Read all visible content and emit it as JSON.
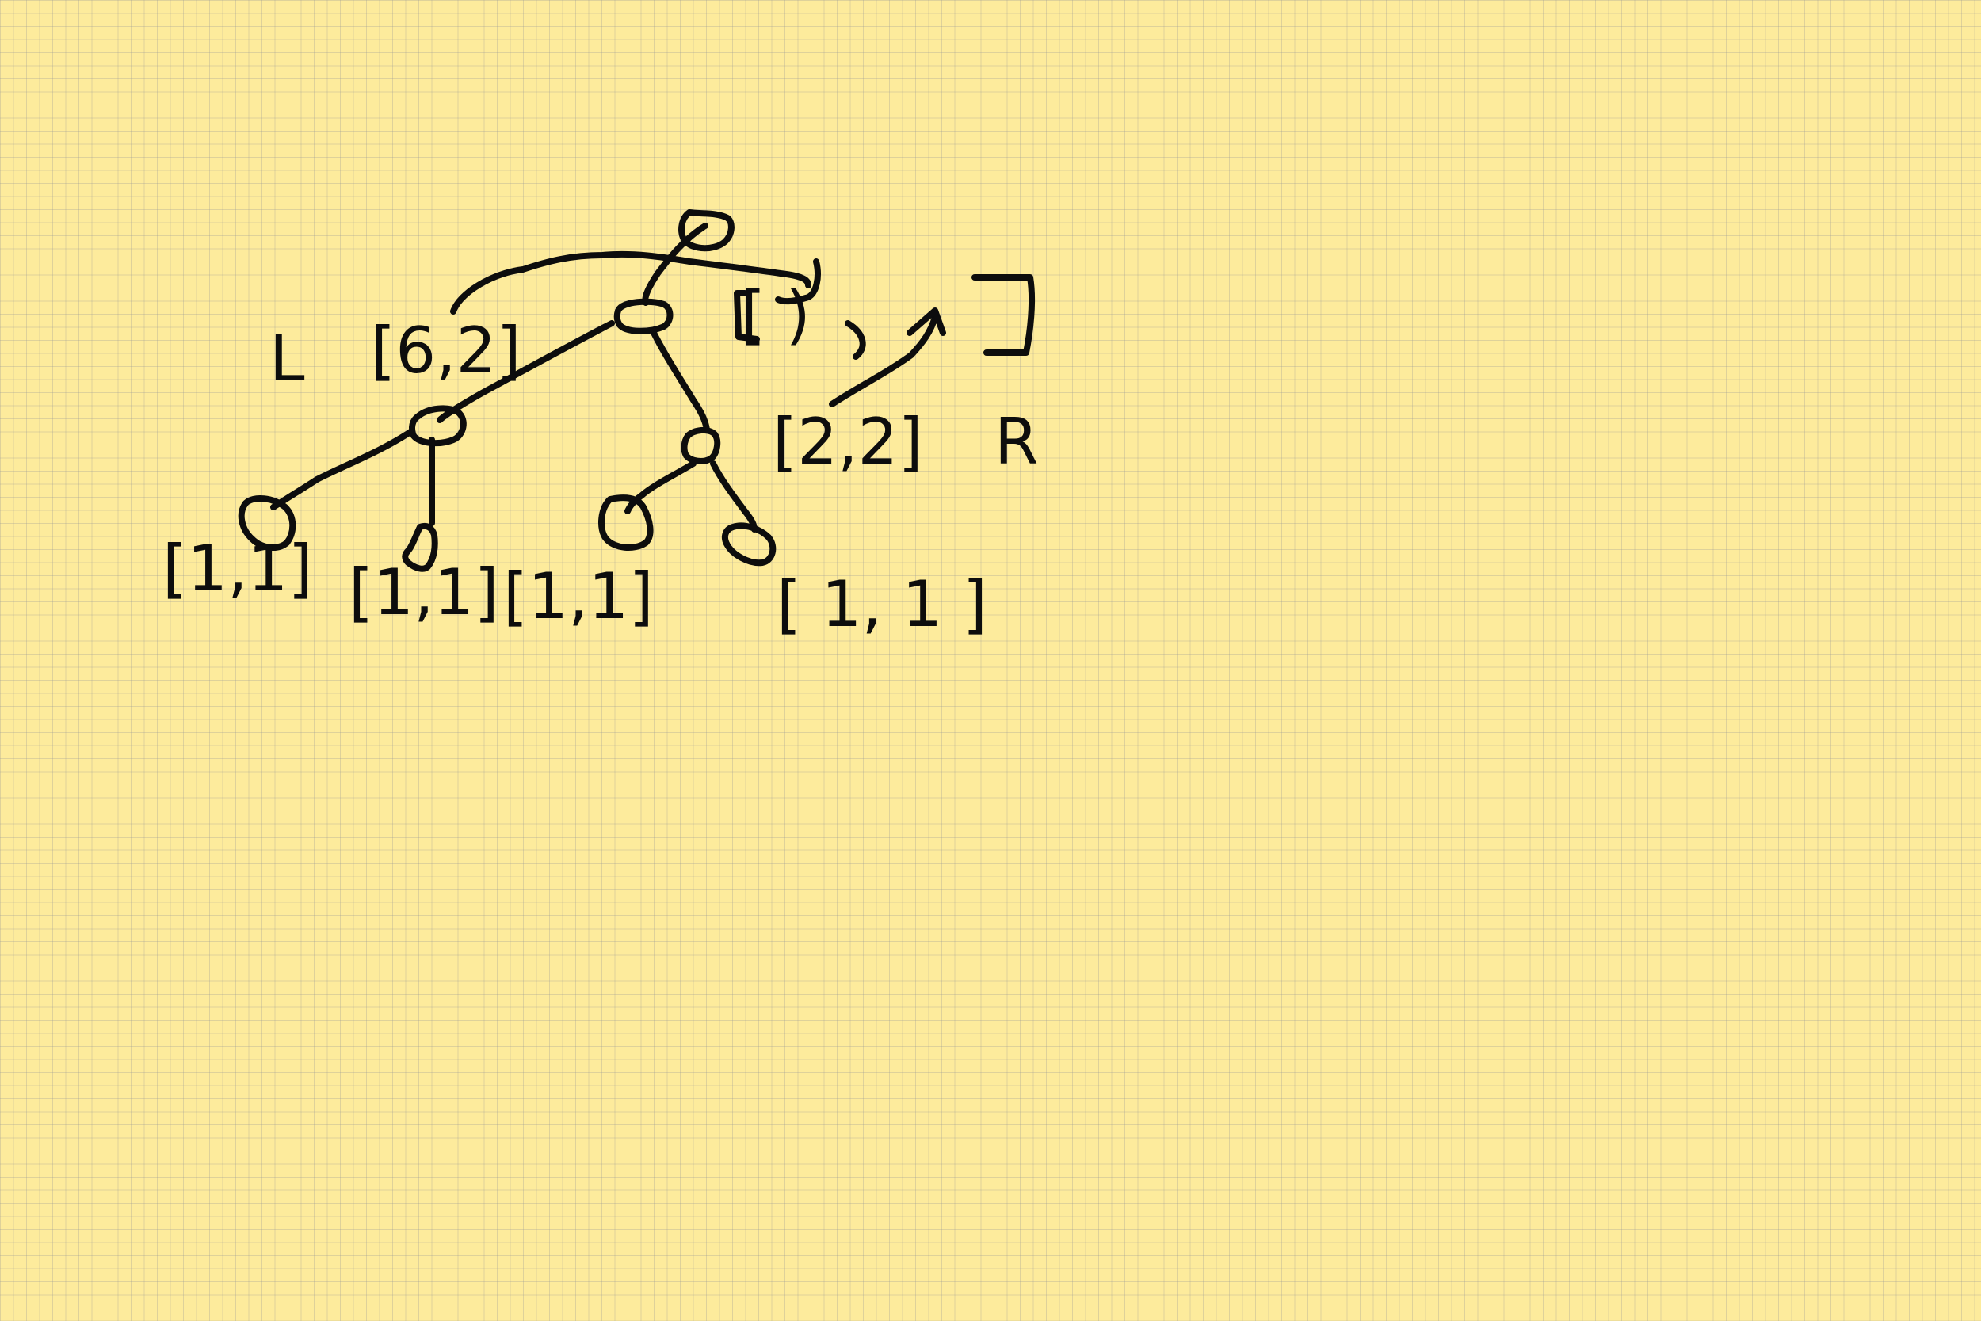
{
  "canvas": {
    "background_color": "#fdeb9c",
    "grid_color": "#c8c8c8",
    "ink_color": "#0d0d0d"
  },
  "labels": {
    "left": "L",
    "right": "R",
    "left_sub": "[6,2]",
    "right_sub": "[ )",
    "right_child": "[2,2]",
    "leaf_1": "[1,1]",
    "leaf_2": "[1,1]",
    "leaf_3": "[1,1]",
    "leaf_4": "[ 1, 1 ]"
  }
}
